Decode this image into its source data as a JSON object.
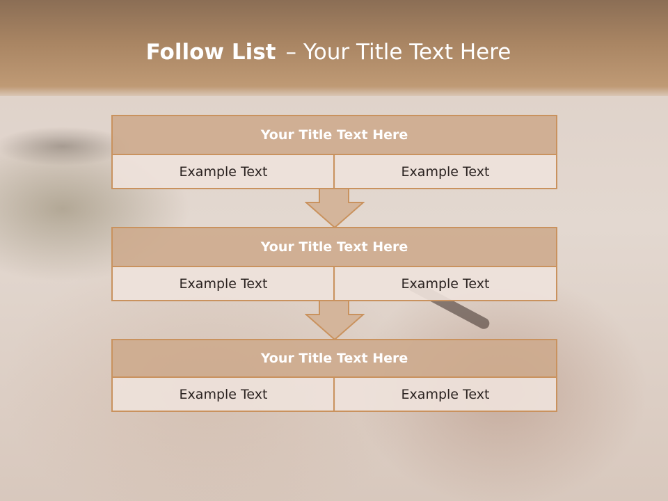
{
  "slide": {
    "title_bold": "Follow List",
    "title_sep": "–",
    "title_rest": "Your Title Text Here"
  },
  "steps": [
    {
      "title": "Your Title Text Here",
      "left": "Example Text",
      "right": "Example Text"
    },
    {
      "title": "Your Title Text Here",
      "left": "Example Text",
      "right": "Example Text"
    },
    {
      "title": "Your Title Text Here",
      "left": "Example Text",
      "right": "Example Text"
    }
  ],
  "colors": {
    "header": "#a98563",
    "box_border": "#c9925e",
    "head_fill": "#cdaa8c",
    "cell_fill": "#eee2dc",
    "arrow_fill": "#d4b59b"
  },
  "icons": [
    "down-arrow-icon",
    "down-arrow-icon"
  ]
}
